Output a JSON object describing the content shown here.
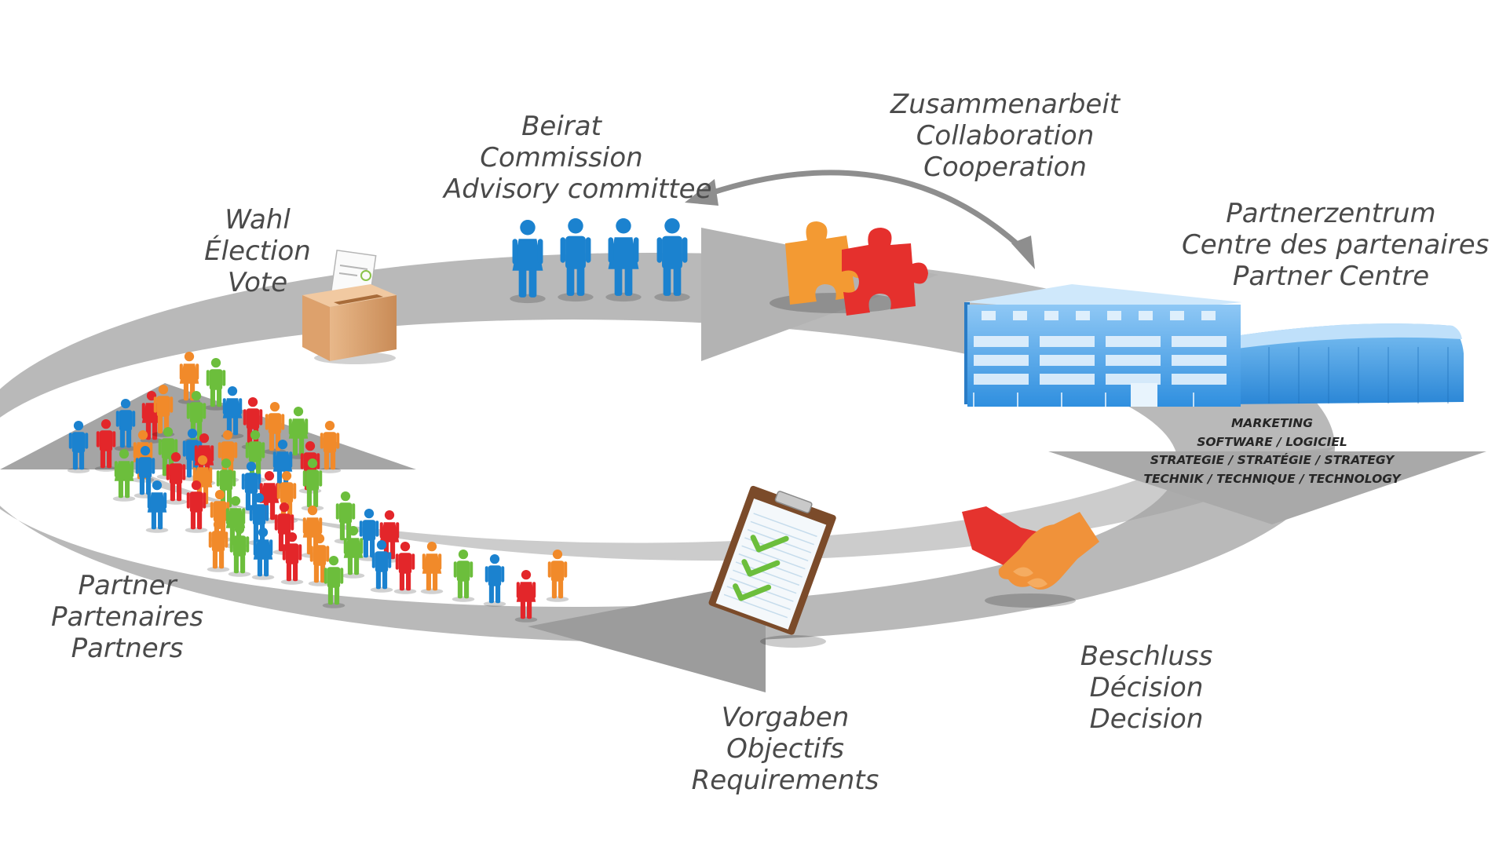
{
  "labels": {
    "beirat": [
      "Beirat",
      "Commission",
      "Advisory committee"
    ],
    "zusammenarbeit": [
      "Zusammenarbeit",
      "Collaboration",
      "Cooperation"
    ],
    "wahl": [
      "Wahl",
      "Élection",
      "Vote"
    ],
    "partnerzentrum": [
      "Partnerzentrum",
      "Centre des partenaires",
      "Partner Centre"
    ],
    "partner": [
      "Partner",
      "Partenaires",
      "Partners"
    ],
    "beschluss": [
      "Beschluss",
      "Décision",
      "Decision"
    ],
    "vorgaben": [
      "Vorgaben",
      "Objectifs",
      "Requirements"
    ]
  },
  "services": [
    "MARKETING",
    "SOFTWARE / LOGICIEL",
    "STRATEGIE / STRATÉGIE / STRATEGY",
    "TECHNIK / TECHNIQUE / TECHNOLOGY"
  ],
  "icons": {
    "ballot": "ballot-box-icon",
    "committee": "committee-people-icon",
    "puzzle": "puzzle-icon",
    "building": "partner-centre-building-icon",
    "handshake": "handshake-icon",
    "clipboard": "clipboard-checklist-icon",
    "crowd": "partners-crowd-icon"
  },
  "colors": {
    "ring": "#b6b6b6",
    "ring_dark": "#9a9a9a",
    "text": "#4a4a4a",
    "blue": "#1b82cf",
    "red": "#e3262a",
    "green": "#6cbe3c",
    "orange": "#f18a2a",
    "building": "#4fa3e6"
  }
}
